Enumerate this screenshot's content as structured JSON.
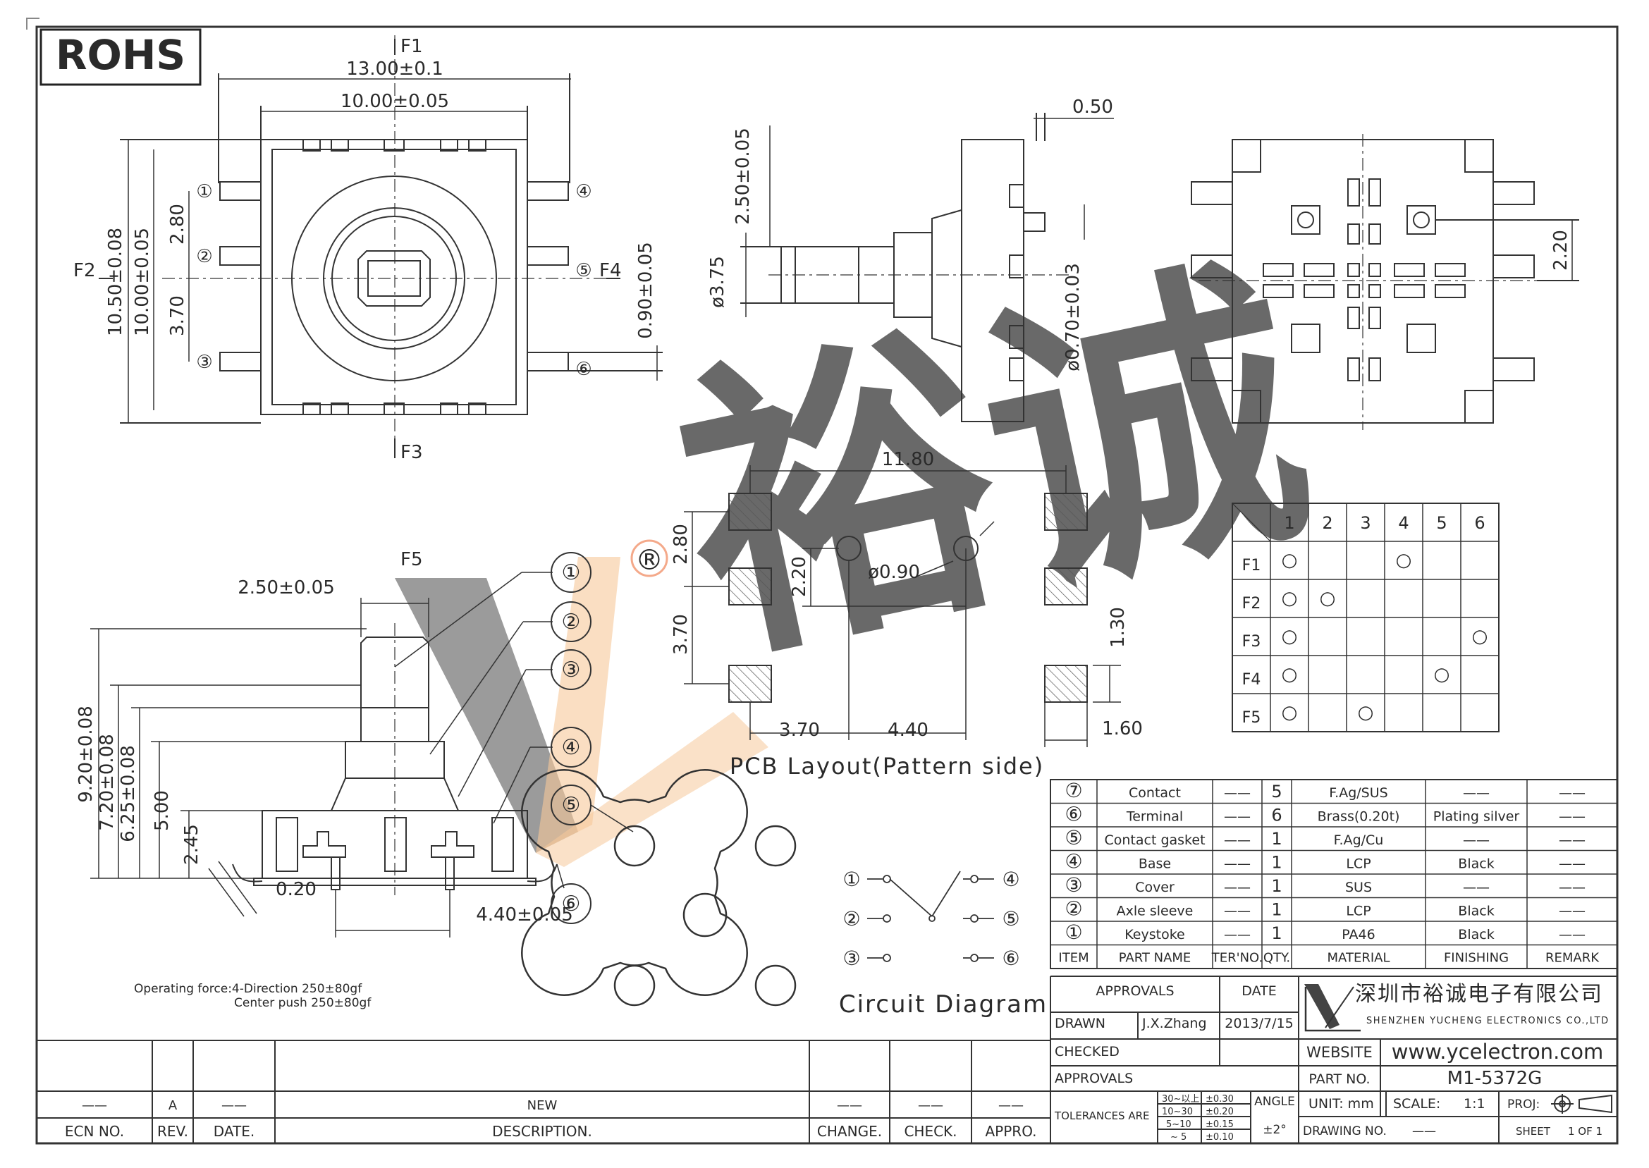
{
  "rohs": "ROHS",
  "top_view": {
    "f1": "F1",
    "f2": "F2",
    "f3": "F3",
    "f4": "F4",
    "dim_w_outer": "13.00±0.1",
    "dim_w_inner": "10.00±0.05",
    "dim_h_outer": "10.50±0.08",
    "dim_h_inner": "10.00±0.05",
    "dim_pitch_a": "2.80",
    "dim_pitch_b": "3.70",
    "dim_pin_w": "0.90±0.05",
    "pins": [
      "①",
      "②",
      "③",
      "④",
      "⑤",
      "⑥"
    ]
  },
  "side_view": {
    "dim_gap": "0.50",
    "dim_shaft": "2.50±0.05",
    "dim_dia": "ø3.75",
    "dim_pin": "ø0.70±0.03"
  },
  "bottom_view": {
    "dim_pitch": "2.20"
  },
  "pcb": {
    "dim_total": "11.80",
    "dim_a": "2.80",
    "dim_b": "3.70",
    "dim_hole_pitch": "2.20",
    "dim_hole_dia": "ø0.90",
    "dim_pad": "1.30",
    "dim_x1": "3.70",
    "dim_x2": "4.40",
    "dim_pad_w": "1.60",
    "caption": "PCB Layout(Pattern side)"
  },
  "front_view": {
    "f5": "F5",
    "dim_shaft": "2.50±0.05",
    "heights": [
      "9.20±0.08",
      "7.20±0.08",
      "6.25±0.08",
      "5.00",
      "2.45"
    ],
    "dim_small": "0.20",
    "dim_pin_pitch": "4.40±0.05",
    "callouts": [
      "①",
      "②",
      "③",
      "④",
      "⑤",
      "⑥"
    ]
  },
  "watermark": {
    "text": "裕诚",
    "reg": "®"
  },
  "note": {
    "line1": "Operating force:4-Direction 250±80gf",
    "line2": "Center push 250±80gf"
  },
  "circuit": {
    "title": "Circuit Diagram",
    "left": [
      "①",
      "②",
      "③"
    ],
    "right": [
      "④",
      "⑤",
      "⑥"
    ]
  },
  "truth_table": {
    "cols": [
      "1",
      "2",
      "3",
      "4",
      "5",
      "6"
    ],
    "rows": [
      {
        "label": "F1",
        "marks": [
          1,
          0,
          0,
          1,
          0,
          0
        ]
      },
      {
        "label": "F2",
        "marks": [
          1,
          1,
          0,
          0,
          0,
          0
        ]
      },
      {
        "label": "F3",
        "marks": [
          1,
          0,
          0,
          0,
          0,
          1
        ]
      },
      {
        "label": "F4",
        "marks": [
          1,
          0,
          0,
          0,
          1,
          0
        ]
      },
      {
        "label": "F5",
        "marks": [
          1,
          0,
          1,
          0,
          0,
          0
        ]
      }
    ],
    "mark": "○"
  },
  "bom": {
    "header": [
      "ITEM",
      "PART NAME",
      "TER'NO.",
      "QTY.",
      "MATERIAL",
      "FINISHING",
      "REMARK"
    ],
    "rows": [
      [
        "⑦",
        "Contact",
        "——",
        "5",
        "F.Ag/SUS",
        "——",
        "——"
      ],
      [
        "⑥",
        "Terminal",
        "——",
        "6",
        "Brass(0.20t)",
        "Plating silver",
        "——"
      ],
      [
        "⑤",
        "Contact gasket",
        "——",
        "1",
        "F.Ag/Cu",
        "——",
        "——"
      ],
      [
        "④",
        "Base",
        "——",
        "1",
        "LCP",
        "Black",
        "——"
      ],
      [
        "③",
        "Cover",
        "——",
        "1",
        "SUS",
        "——",
        "——"
      ],
      [
        "②",
        "Axle sleeve",
        "——",
        "1",
        "LCP",
        "Black",
        "——"
      ],
      [
        "①",
        "Keystoke",
        "——",
        "1",
        "PA46",
        "Black",
        "——"
      ]
    ]
  },
  "title_block": {
    "approvals_h": "APPROVALS",
    "date_h": "DATE",
    "drawn": "DRAWN",
    "drawn_by": "J.X.Zhang",
    "drawn_date": "2013/7/15",
    "checked": "CHECKED",
    "approvals": "APPROVALS",
    "tolerances": "TOLERANCES ARE",
    "tol_ranges": [
      "30~以上",
      "10~30",
      "5~10",
      "~ 5"
    ],
    "tol_values": [
      "±0.30",
      "±0.20",
      "±0.15",
      "±0.10"
    ],
    "angle": "ANGLE",
    "angle_val": "±2°",
    "company_cn": "深圳市裕诚电子有限公司",
    "company_en": "SHENZHEN YUCHENG ELECTRONICS CO.,LTD",
    "website_label": "WEBSITE",
    "website": "www.ycelectron.com",
    "part_no_label": "PART NO.",
    "part_no": "M1-5372G",
    "unit": "UNIT: mm",
    "scale_label": "SCALE:",
    "scale": "1:1",
    "proj": "PROJ:",
    "drawing_no": "DRAWING NO.",
    "drawing_no_val": "——",
    "sheet": "SHEET",
    "sheet_val": "1 OF 1"
  },
  "revision": {
    "row_vals": [
      "——",
      "A",
      "——",
      "NEW",
      "——",
      "——",
      "——"
    ],
    "headers": [
      "ECN NO.",
      "REV.",
      "DATE.",
      "DESCRIPTION.",
      "CHANGE.",
      "CHECK.",
      "APPRO."
    ]
  }
}
